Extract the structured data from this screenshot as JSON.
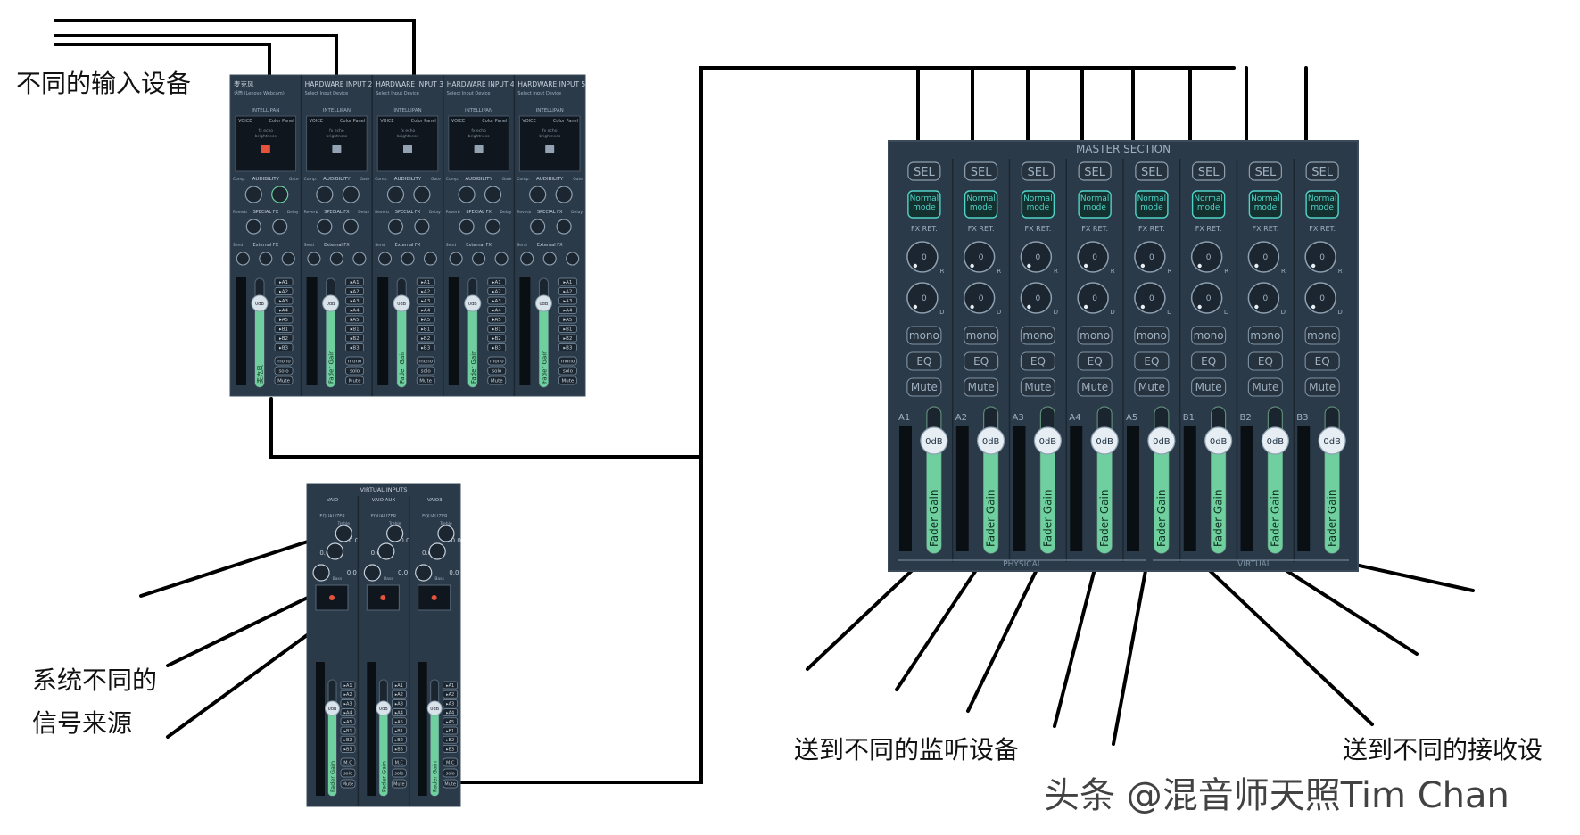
{
  "annotations": {
    "input_devices": "不同的输入设备",
    "system_sources_line1": "系统不同的",
    "system_sources_line2": "信号来源",
    "monitor_out": "送到不同的监听设备",
    "receive_out": "送到不同的接收设"
  },
  "watermark": "头条 @混音师天照Tim Chan",
  "hardware_inputs": {
    "strip_titles": [
      "麦克风",
      "HARDWARE INPUT 2",
      "HARDWARE INPUT 3",
      "HARDWARE INPUT 4",
      "HARDWARE INPUT 5"
    ],
    "strip_subtitles": [
      "话筒 (Lenovo Webcam)",
      "Select Input Device",
      "Select Input Device",
      "Select Input Device",
      "Select Input Device"
    ],
    "intellipan_label": "INTELLIPAN",
    "voice_label": "VOICE",
    "color_panel_label": "Color Panel",
    "fx_echo_label": "fx echo",
    "brightness_label": "brightness",
    "audibility_label": "AUDIBILITY",
    "comp_label": "Comp.",
    "gate_label": "Gate",
    "spatial_label": "SPECIAL FX",
    "reverb_label": "Reverb",
    "delay_label": "Delay",
    "external_fx_label": "External FX",
    "send_label": "Send",
    "fader_value": "0dB",
    "fader_labels": [
      "麦克风",
      "Fader Gain",
      "Fader Gain",
      "Fader Gain",
      "Fader Gain"
    ],
    "bus_buttons": [
      "A1",
      "A2",
      "A3",
      "A4",
      "A5",
      "B1",
      "B2",
      "B3"
    ],
    "mono_label": "mono",
    "solo_label": "solo",
    "mute_label": "Mute"
  },
  "virtual_inputs": {
    "section_title": "VIRTUAL INPUTS",
    "strip_titles": [
      "VAIO",
      "VAIO AUX",
      "VAIO3"
    ],
    "equalizer_label": "EQUALIZER",
    "treble_label": "Treble",
    "bass_label": "Bass",
    "eq_value": "0.0",
    "fader_value": "0dB",
    "fader_label": "Fader Gain",
    "bus_buttons": [
      "A1",
      "A2",
      "A3",
      "A4",
      "A5",
      "B1",
      "B2",
      "B3"
    ],
    "mc_label": "M.C",
    "solo_label": "solo",
    "mute_label": "Mute"
  },
  "master_section": {
    "title": "MASTER SECTION",
    "sel_label": "SEL",
    "mode_label": "Normal mode",
    "fx_ret_label": "FX RET.",
    "knob_value": "0",
    "knob_r": "R",
    "knob_d": "D",
    "mono_label": "mono",
    "eq_label": "EQ",
    "mute_label": "Mute",
    "fader_value": "0dB",
    "fader_label": "Fader Gain",
    "bus_names": [
      "A1",
      "A2",
      "A3",
      "A4",
      "A5",
      "B1",
      "B2",
      "B3"
    ],
    "physical_label": "PHYSICAL",
    "virtual_label": "VIRTUAL"
  },
  "colors": {
    "panel_bg": "#2b3a49",
    "panel_dark": "#1d2834",
    "accent_green": "#6fcf9f",
    "accent_cyan": "#4fd3c8",
    "text_light": "#c8d2dc",
    "line": "#000000",
    "red_dot": "#e5533d"
  }
}
